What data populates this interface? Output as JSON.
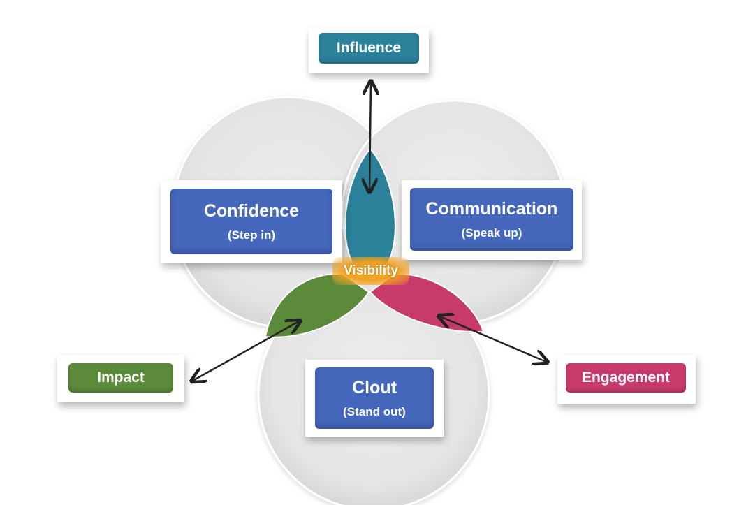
{
  "center": {
    "label": "Visibility"
  },
  "outcomes": {
    "influence": "Influence",
    "impact": "Impact",
    "engagement": "Engagement"
  },
  "pillars": {
    "confidence": {
      "title": "Confidence",
      "subtitle": "(Step in)"
    },
    "communication": {
      "title": "Communication",
      "subtitle": "(Speak up)"
    },
    "clout": {
      "title": "Clout",
      "subtitle": "(Stand out)"
    }
  },
  "colors": {
    "influence": "#2a8199",
    "impact": "#5b8a3a",
    "engagement": "#c73a6c",
    "pillar": "#4466bb",
    "visibility": "#f5a623",
    "circle": "#e8e8e8"
  }
}
